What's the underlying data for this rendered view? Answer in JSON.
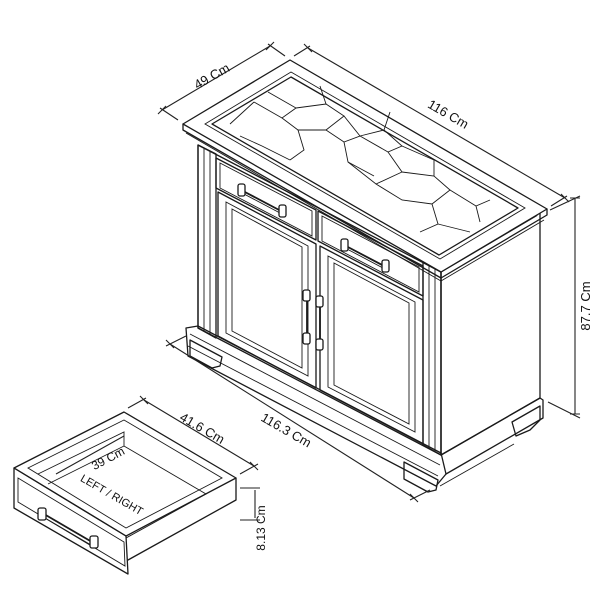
{
  "dimensions": {
    "depth": "49 Cm",
    "width_top": "116 Cm",
    "height": "87.7 Cm",
    "width_base": "116.3 Cm"
  },
  "drawer": {
    "depth": "41.6 Cm",
    "width": "39 Cm",
    "side_label": "LEFT / RIGHT",
    "height": "8.13 Cm"
  },
  "colors": {
    "line": "#1a1a1a",
    "background": "#ffffff"
  }
}
